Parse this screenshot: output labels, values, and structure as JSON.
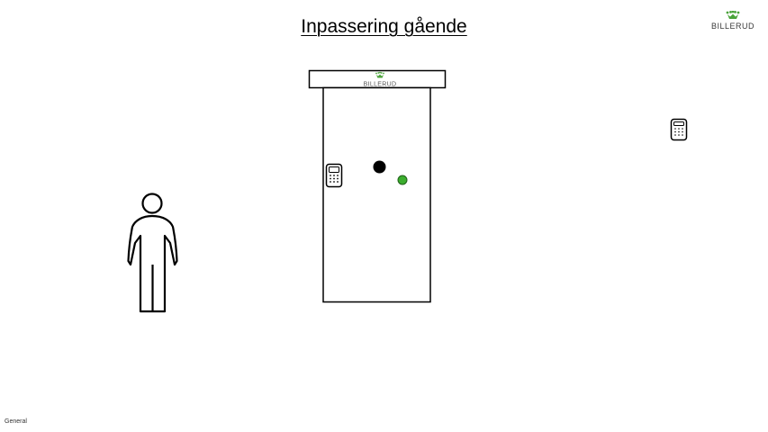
{
  "title": "Inpassering gående",
  "logo": {
    "brand": "BILLERUD",
    "color": "#4aa339",
    "text_color": "#3a3a3a"
  },
  "door_sign": {
    "brand": "BILLERUD"
  },
  "icons": {
    "person": "person-outline-icon",
    "card_reader": "card-reader-keypad-icon",
    "door_handle": "door-knob-icon",
    "status_light": "green-status-light-icon"
  },
  "status_light_color": "#3cae2e",
  "footer": {
    "classification": "General"
  }
}
